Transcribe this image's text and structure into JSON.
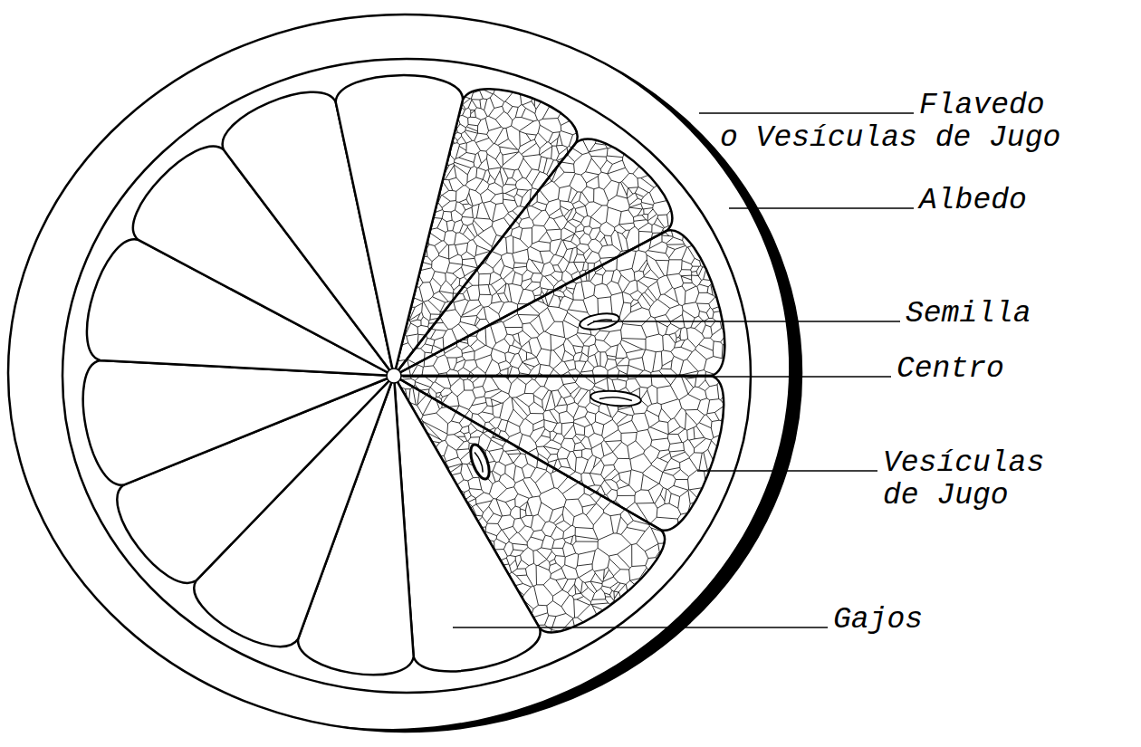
{
  "diagram": {
    "labels": [
      "Flavedo o Vesículas de Jugo",
      "Albedo",
      "Semilla",
      "Centro",
      "Vesículas de Jugo",
      "Gajos"
    ]
  }
}
